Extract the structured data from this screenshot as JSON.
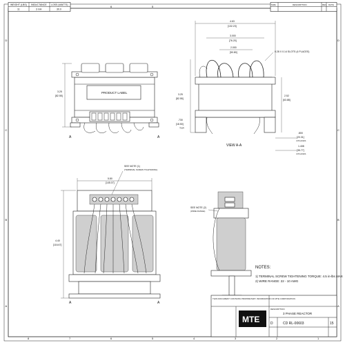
{
  "header_table": {
    "headers": [
      "WEIGHT (LBS)",
      "INDUCTANCE",
      "LOSS (WATTS)"
    ],
    "values": [
      "11",
      "3 mH",
      "30.0"
    ]
  },
  "rev_block": {
    "headers": [
      "SIZE",
      "DESCRIPTION",
      "REV",
      "DATE"
    ],
    "values": [
      "",
      "",
      "",
      ""
    ]
  },
  "border_letters": [
    "D",
    "C",
    "B",
    "A"
  ],
  "border_numbers": [
    "8",
    "7",
    "6",
    "5",
    "4",
    "3",
    "2",
    "1"
  ],
  "dims": {
    "top_width_in": "4.63",
    "top_width_mm": "[132.23]",
    "mount_inner_in": "3.000",
    "mount_inner_mm": "[76.20]",
    "mount_inner2_in": "2.000",
    "mount_inner2_mm": "[50.80]",
    "slot_note": "0.28 X 0.14 SLOTS (4 PLACES)",
    "front_height_in": "3.25",
    "front_height_mm": "[82.55]",
    "side_height_in": "3.25",
    "side_height_mm": "[82.55]",
    "side_right_in": "2.52",
    "side_right_mm": "[63.88]",
    "foot_in": ".730",
    "foot_mm": "[18.50]",
    "foot_note": "TYP.",
    "slot_w_in": ".800",
    "slot_w_mm": "[20.31]",
    "slot_w_note": "4 PLACES",
    "slot_l_in": "1.408",
    "slot_l_mm": "[35.77]",
    "slot_l_note": "4 PLACES",
    "bottom_width_in": "5.80",
    "bottom_width_mm": "[145.07]",
    "bottom_height_in": "4.40",
    "bottom_height_mm": "[116.67]"
  },
  "labels": {
    "product_label": "PRODUCT LABEL",
    "view_aa": "VIEW A-A",
    "see_note_1": "SEE NOTE (1)",
    "see_note_1_sub": "(TERMINAL SCREW TIGHTENING)",
    "see_note_2": "SEE NOTE (2)",
    "see_note_2_sub": "(WIRE RANGE)",
    "section_a": "A"
  },
  "notes": {
    "title": "NOTES:",
    "items": [
      "1)  TERMINAL SCREW TIGHTENING TORQUE: 4.5 in-lbs MAX",
      "2)  WIRE RANGE:  22 - 10 AWG"
    ]
  },
  "title_block": {
    "company": "MTE",
    "description_label": "DESCRIPTION",
    "description": "3 PHASE REACTOR",
    "drawing_number": "CD RL-00603",
    "size": "D",
    "rev": "15",
    "proprietary": "THIS DOCUMENT CONTAINS PROPRIETARY INFORMATION OF MTE CORPORATION"
  }
}
